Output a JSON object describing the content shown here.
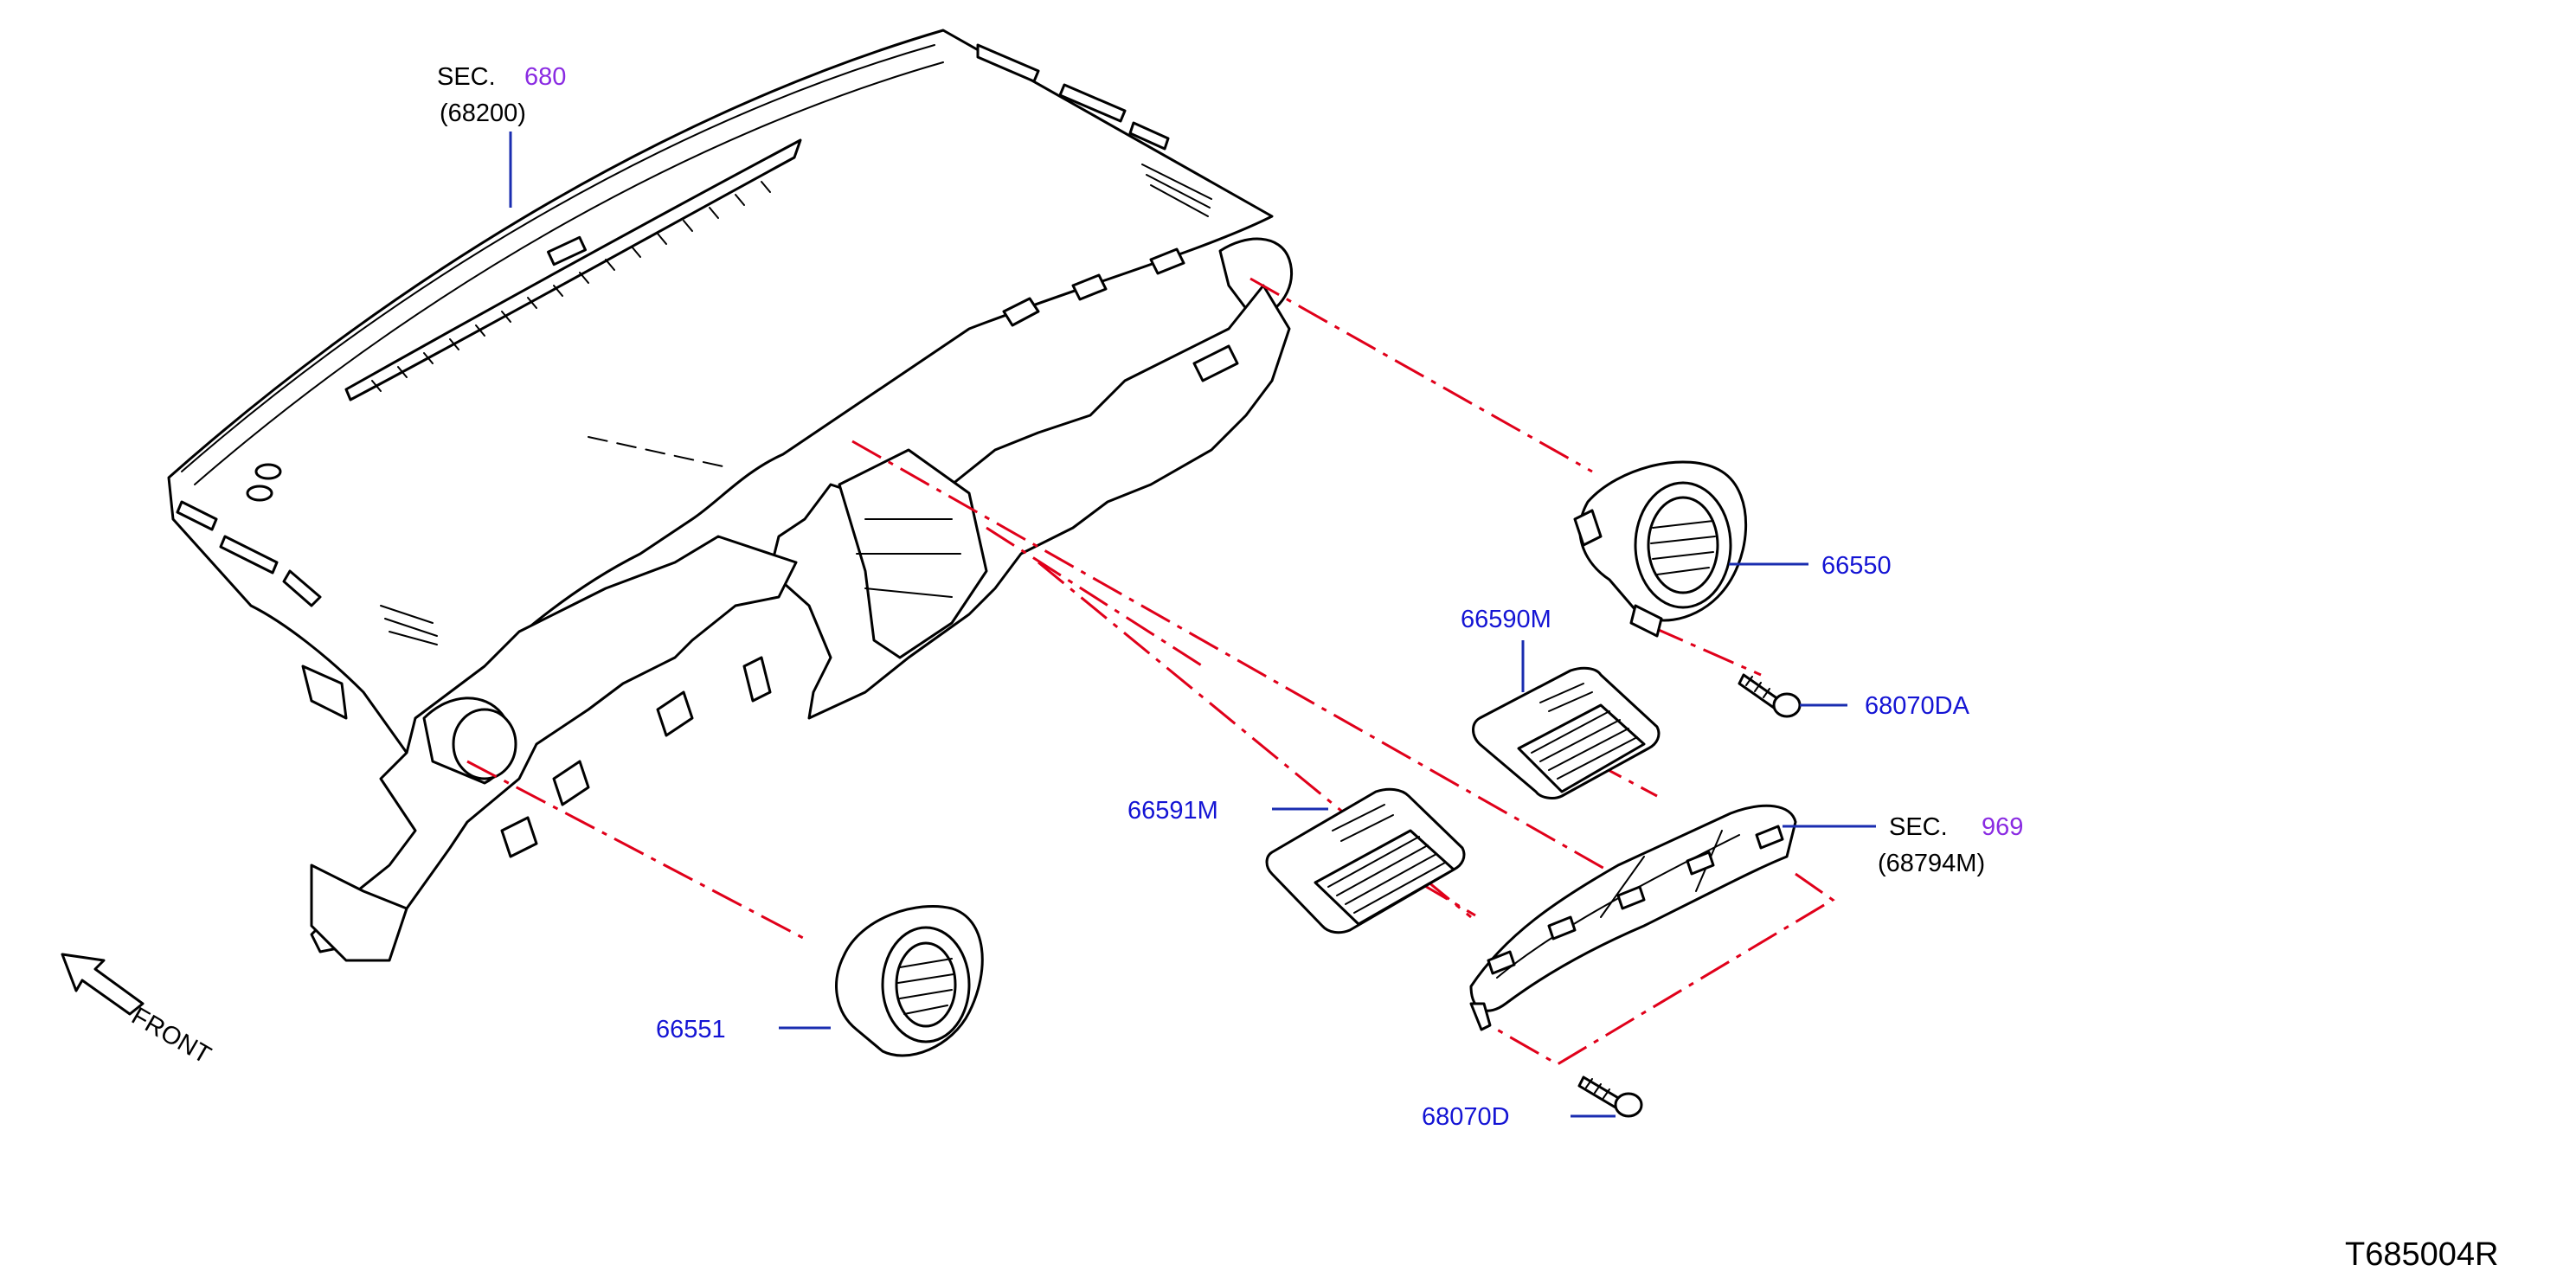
{
  "figure_id": "T685004R",
  "front_indicator": {
    "label": "FRONT"
  },
  "colors": {
    "part_number": "#1414d4",
    "section_number": "#8a2be2",
    "leader": "#1a2db0",
    "centerline": "#e0001a",
    "text": "#000000"
  },
  "section_refs": [
    {
      "prefix": "SEC.",
      "number": "680",
      "part": "(68200)"
    },
    {
      "prefix": "SEC.",
      "number": "969",
      "part": "(68794M)"
    }
  ],
  "part_numbers": [
    "66550",
    "66590M",
    "68070DA",
    "66591M",
    "66551",
    "68070D"
  ]
}
